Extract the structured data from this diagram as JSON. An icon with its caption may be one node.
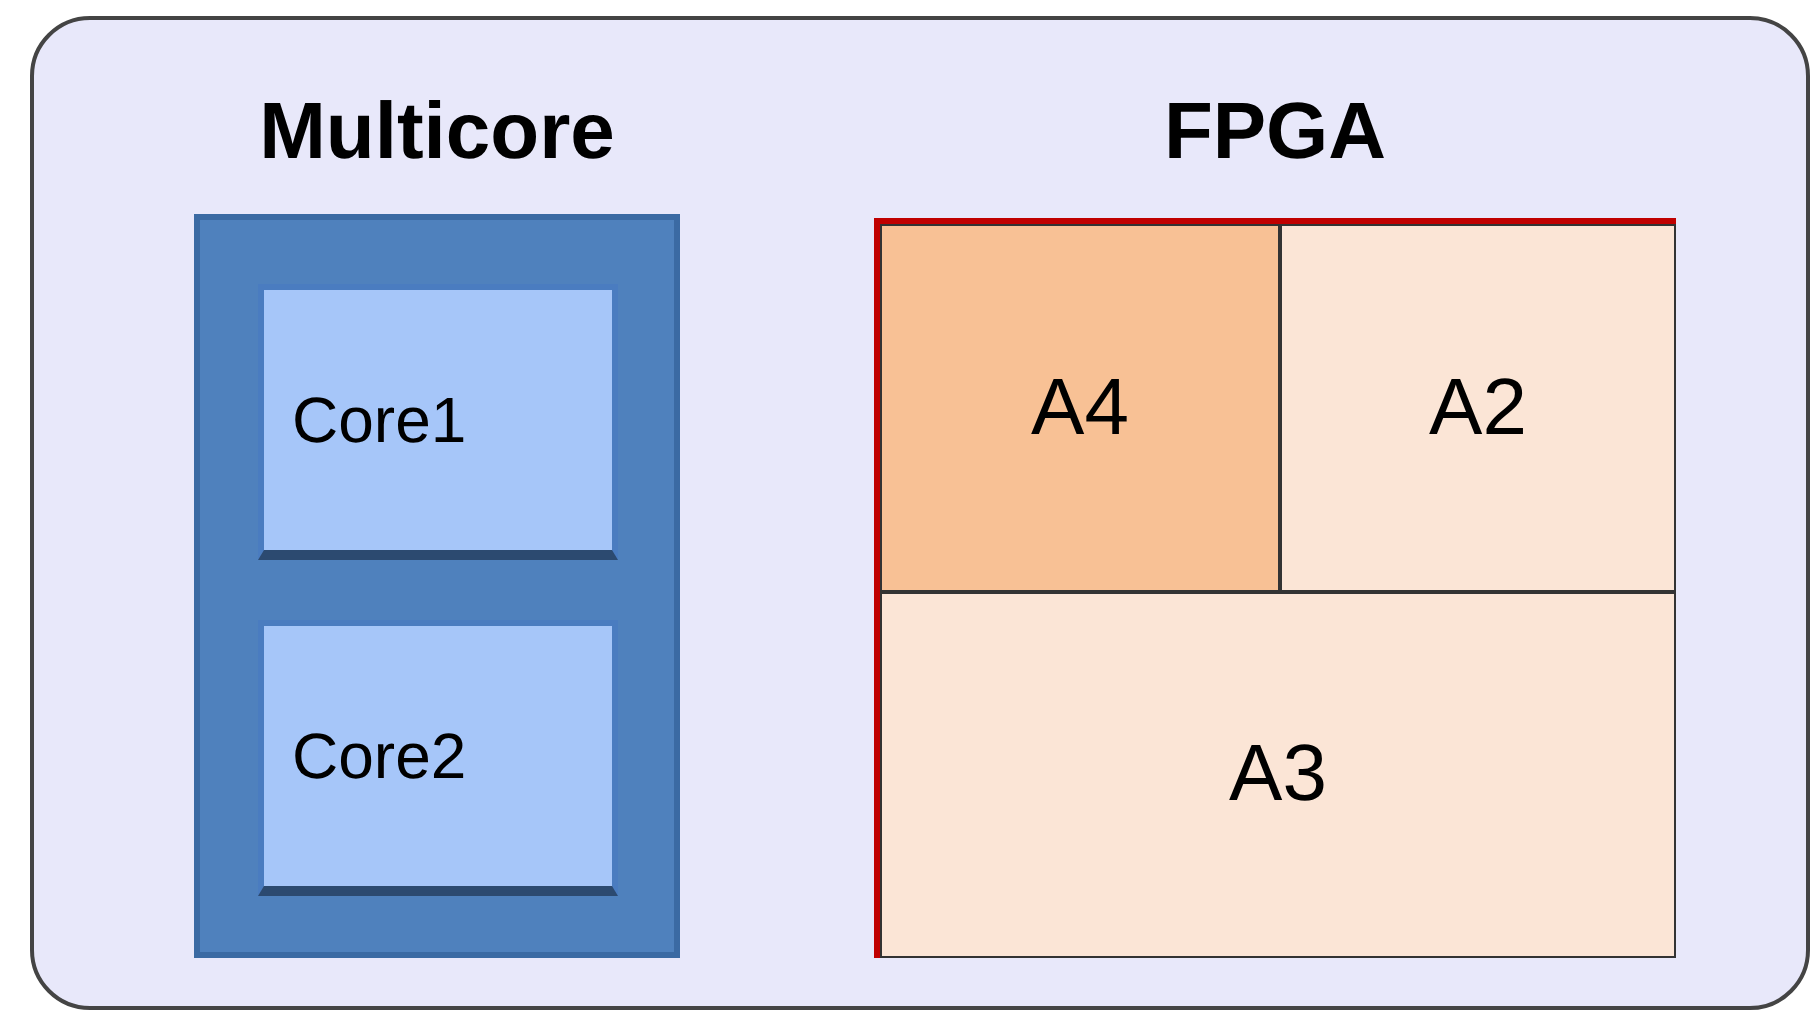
{
  "diagram": {
    "nodes": [
      {
        "text": [],
        "shape": "box"
      },
      {
        "text": [
          "Multicore"
        ],
        "in": 0
      },
      {
        "text": [
          "Core1"
        ],
        "in": 1
      },
      {
        "text": [
          "Core2"
        ],
        "in": 1
      },
      {
        "text": [
          "FPGA"
        ],
        "in": 0
      },
      {
        "text": [
          "A4"
        ],
        "in": 4
      },
      {
        "text": [
          "A2"
        ],
        "in": 4
      },
      {
        "text": [
          "A3"
        ],
        "in": 4
      }
    ]
  }
}
